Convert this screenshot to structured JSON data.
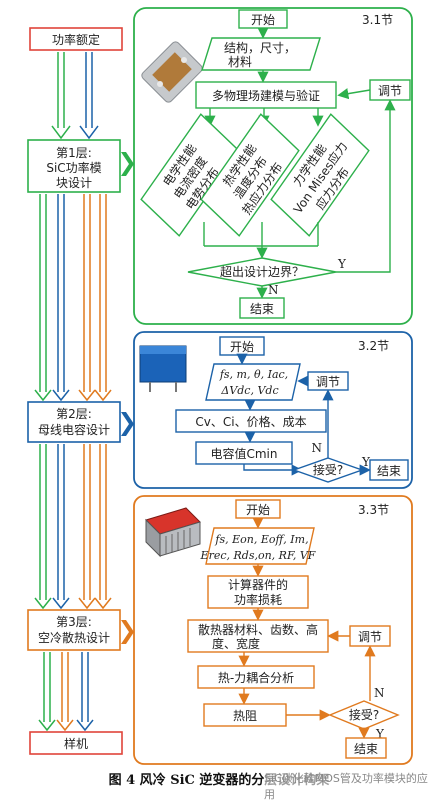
{
  "colors": {
    "green": "#2db04b",
    "blue": "#1c62a8",
    "orange": "#e07a1f",
    "red": "#e0443a",
    "text": "#222222"
  },
  "left": {
    "top_box": "功率额定",
    "layer1": [
      "第1层:",
      "SiC功率模",
      "块设计"
    ],
    "layer2": [
      "第2层:",
      "母线电容设计"
    ],
    "layer3": [
      "第3层:",
      "空冷散热设计"
    ],
    "bottom_box": "样机"
  },
  "s1": {
    "section": "3.1节",
    "start": "开始",
    "input": [
      "结构，尺寸，",
      "材料"
    ],
    "model": "多物理场建模与验证",
    "adjust": "调节",
    "col1": [
      "电学性能",
      "电流密度",
      "电势分布"
    ],
    "col2": [
      "热学性能",
      "温度分布",
      "热应力分布"
    ],
    "col3": [
      "力学性能",
      "Von Mises应力",
      "应力分布"
    ],
    "decision": "超出设计边界？",
    "yes": "Y",
    "no": "N",
    "end": "结束"
  },
  "s2": {
    "section": "3.2节",
    "start": "开始",
    "input1": "fs, m, θ, Iac,",
    "input2": "ΔVdc, Vdc",
    "adjust": "调节",
    "params": "Cv、Ci、价格、成本",
    "cap_value": "电容值Cmin",
    "decision": "接受?",
    "no": "N",
    "yes": "Y",
    "end": "结束"
  },
  "s3": {
    "section": "3.3节",
    "start": "开始",
    "input1": "fs, Eon, Eoff, Im,",
    "input2": "Erec, Rds,on, RF, VF",
    "loss": [
      "计算器件的",
      "功率损耗"
    ],
    "heatsink": [
      "散热器材料、齿数、高",
      "度、宽度"
    ],
    "adjust": "调节",
    "coupling": "热-力耦合分析",
    "thermal": "热阻",
    "decision": "接受?",
    "no": "N",
    "yes": "Y",
    "end": "结束"
  },
  "caption": "图 4    风冷 SiC 逆变器的分层设计构架",
  "watermark": "SiC碳化硅MOS管及功率模块的应用"
}
